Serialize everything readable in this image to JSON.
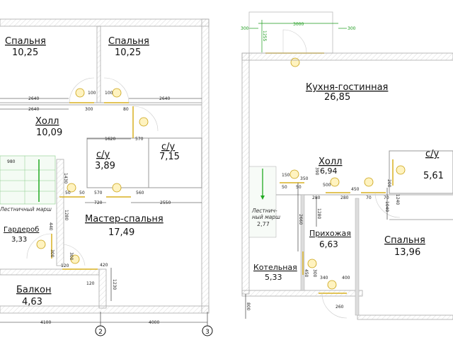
{
  "plan_left": {
    "rooms": [
      {
        "name": "Спальня",
        "area": "10,25"
      },
      {
        "name": "Спальня",
        "area": "10,25"
      },
      {
        "name": "Холл",
        "area": "10,09"
      },
      {
        "name": "с/у",
        "area": "3,89"
      },
      {
        "name": "с/у",
        "area": "7,15"
      },
      {
        "name": "Лестничный марш",
        "area": ""
      },
      {
        "name": "Гардероб",
        "area": "3,33"
      },
      {
        "name": "Мастер-спальня",
        "area": "17,49"
      },
      {
        "name": "Балкон",
        "area": "4,63"
      }
    ],
    "dims": [
      "2640",
      "2640",
      "300",
      "100",
      "100",
      "80",
      "2640",
      "1620",
      "570",
      "980",
      "50",
      "50",
      "570",
      "560",
      "720",
      "2550",
      "1430",
      "1280",
      "440",
      "300",
      "300",
      "120",
      "420",
      "120",
      "1230",
      "4100",
      "4000"
    ],
    "axes": [
      "2",
      "3"
    ]
  },
  "plan_right": {
    "rooms": [
      {
        "name": "Кухня-гостинная",
        "area": "26,85"
      },
      {
        "name": "Холл",
        "area": "6,94"
      },
      {
        "name": "с/у",
        "area": "5,61"
      },
      {
        "name": "Лестнич-",
        "area": "2,77"
      },
      {
        "name": "Прихожая",
        "area": "6,63"
      },
      {
        "name": "Спальня",
        "area": "13,96"
      },
      {
        "name": "Котельная",
        "area": "5,33"
      }
    ],
    "stair_line2": "ный марш",
    "balcony_dims": [
      "300",
      "3000",
      "300",
      "1255"
    ],
    "dims": [
      "150",
      "350",
      "390",
      "50",
      "50",
      "500",
      "450",
      "280",
      "280",
      "70",
      "70",
      "200",
      "1240",
      "1040",
      "1280",
      "2660",
      "450",
      "300",
      "340",
      "400",
      "260",
      "800"
    ]
  },
  "colors": {
    "door": "#d8b020",
    "dim_green": "#1a9a1a",
    "stair_arrow": "#22aa22"
  }
}
